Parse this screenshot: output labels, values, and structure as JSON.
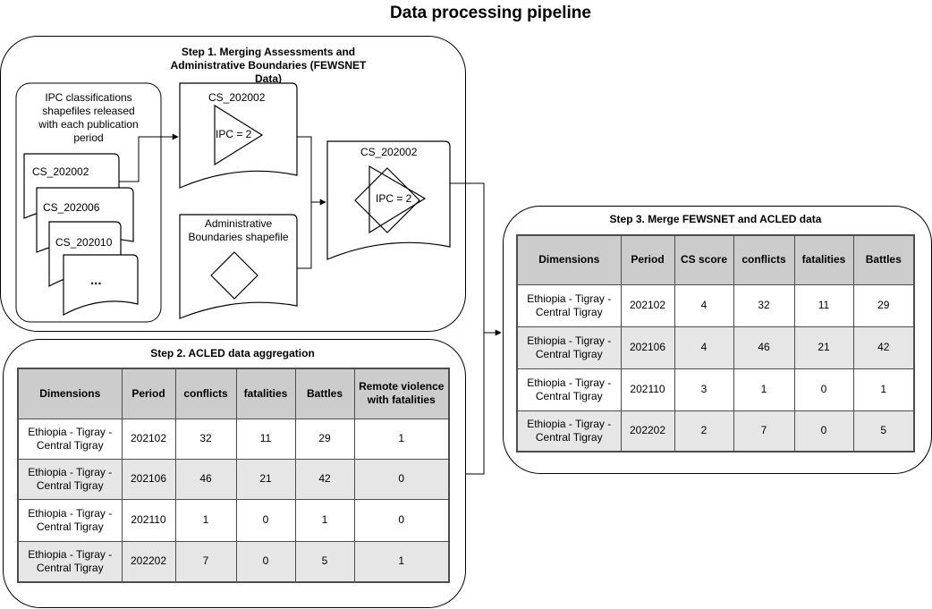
{
  "title": "Data processing pipeline",
  "step1": {
    "title": "Step 1. Merging Assessments and Administrative Boundaries (FEWSNET Data)",
    "ipc_box_label": "IPC classifications shapefiles released with each publication period",
    "stack_docs": [
      "CS_202002",
      "CS_202006",
      "CS_202010",
      "..."
    ],
    "assessment_doc": {
      "label": "CS_202002",
      "shape_label": "IPC = 2"
    },
    "admin_doc": {
      "label": "Administrative Boundaries shapefile"
    },
    "merged_doc": {
      "label": "CS_202002",
      "shape_label": "IPC = 2"
    }
  },
  "step2": {
    "title": "Step 2. ACLED data aggregation",
    "headers": [
      "Dimensions",
      "Period",
      "conflicts",
      "fatalities",
      "Battles",
      "Remote violence with fatalities"
    ],
    "rows": [
      [
        "Ethiopia - Tigray - Central Tigray",
        "202102",
        "32",
        "11",
        "29",
        "1"
      ],
      [
        "Ethiopia - Tigray - Central Tigray",
        "202106",
        "46",
        "21",
        "42",
        "0"
      ],
      [
        "Ethiopia - Tigray - Central Tigray",
        "202110",
        "1",
        "0",
        "1",
        "0"
      ],
      [
        "Ethiopia - Tigray - Central Tigray",
        "202202",
        "7",
        "0",
        "5",
        "1"
      ]
    ]
  },
  "step3": {
    "title": "Step 3. Merge FEWSNET and ACLED data",
    "headers": [
      "Dimensions",
      "Period",
      "CS score",
      "conflicts",
      "fatalities",
      "Battles"
    ],
    "rows": [
      [
        "Ethiopia - Tigray - Central Tigray",
        "202102",
        "4",
        "32",
        "11",
        "29"
      ],
      [
        "Ethiopia - Tigray - Central Tigray",
        "202106",
        "4",
        "46",
        "21",
        "42"
      ],
      [
        "Ethiopia - Tigray - Central Tigray",
        "202110",
        "3",
        "1",
        "0",
        "1"
      ],
      [
        "Ethiopia - Tigray - Central Tigray",
        "202202",
        "2",
        "7",
        "0",
        "5"
      ]
    ]
  }
}
